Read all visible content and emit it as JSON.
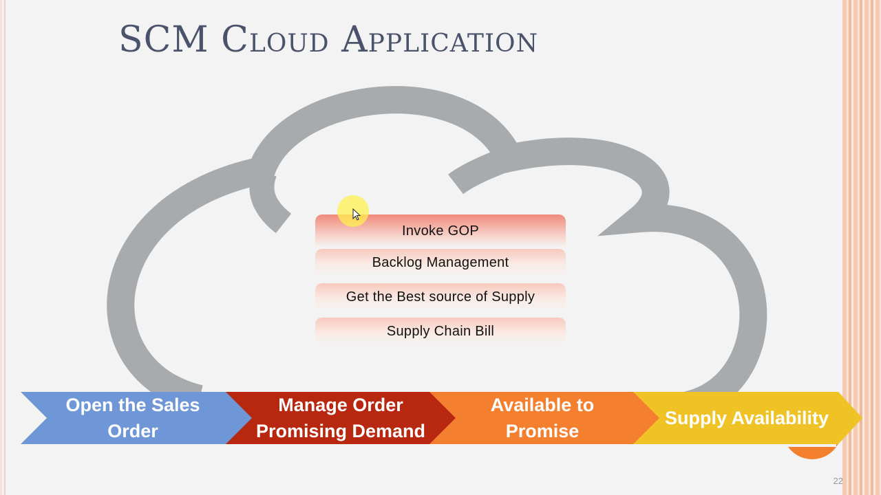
{
  "slide": {
    "title": "SCM Cloud Application",
    "page_number": "22"
  },
  "cloud_steps": [
    {
      "label": "Invoke GOP"
    },
    {
      "label": "Backlog Management"
    },
    {
      "label": "Get the Best source of Supply"
    },
    {
      "label": "Supply Chain Bill"
    }
  ],
  "process_flow": [
    {
      "label": "Open the Sales Order",
      "color": "#6f96d6"
    },
    {
      "label": "Manage Order Promising Demand",
      "color": "#b8270f"
    },
    {
      "label": "Available to Promise",
      "color": "#f47f2e"
    },
    {
      "label": "Supply Availability",
      "color": "#efc326"
    }
  ],
  "colors": {
    "title": "#4a536b",
    "cloud_outline": "#a8abad",
    "step_highlight": "#f08a7b"
  },
  "icons": [
    "cloud-outline-icon",
    "mouse-pointer-icon",
    "arrow-chevron-icon"
  ]
}
